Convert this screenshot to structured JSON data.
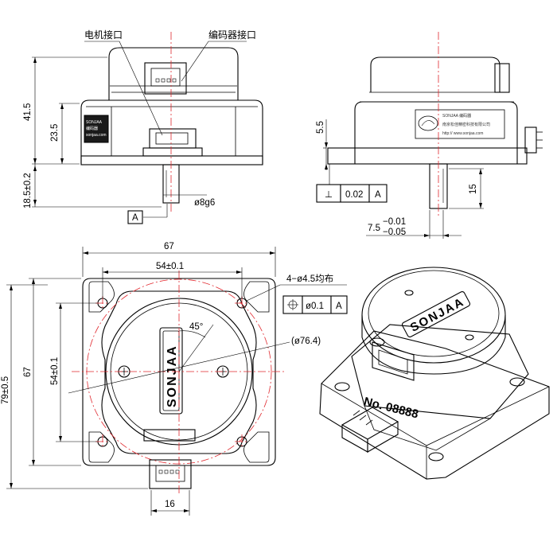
{
  "callouts": {
    "motor_port": "电机接口",
    "encoder_port": "编码器接口"
  },
  "front_view": {
    "dim_total_height": "41.5",
    "dim_body_height": "23.5",
    "dim_shaft_length": "18.5±0.2",
    "dim_shaft_diameter": "ø8g6",
    "datum_label": "A"
  },
  "side_view": {
    "dim_flange": "5.5",
    "tolerance_symbol": "⊥",
    "tolerance_value": "0.02",
    "tolerance_datum": "A",
    "dim_shaft_flat": "15",
    "dim_offset_nominal": "7.5",
    "dim_offset_upper": "−0.01",
    "dim_offset_lower": "−0.05"
  },
  "top_view": {
    "dim_width": "67",
    "dim_hole_spacing_x": "54±0.1",
    "dim_hole_spacing_y": "54±0.1",
    "dim_height": "67",
    "dim_total_height": "79±0.5",
    "dim_connector_width": "16",
    "hole_callout": "4−ø4.5均布",
    "position_symbol": "⌖",
    "position_value": "ø0.1",
    "position_datum": "A",
    "circle_diameter": "(ø76.4)",
    "angle_label": "45°",
    "brand": "SONJAA"
  },
  "iso_view": {
    "brand": "SONJAA",
    "serial": "No. 08888"
  },
  "label_plate": {
    "line1": "SONJAA 编码器",
    "line2": "南京松佳精密科技有限公司",
    "line3": "http:// www.sonjaa.com"
  }
}
